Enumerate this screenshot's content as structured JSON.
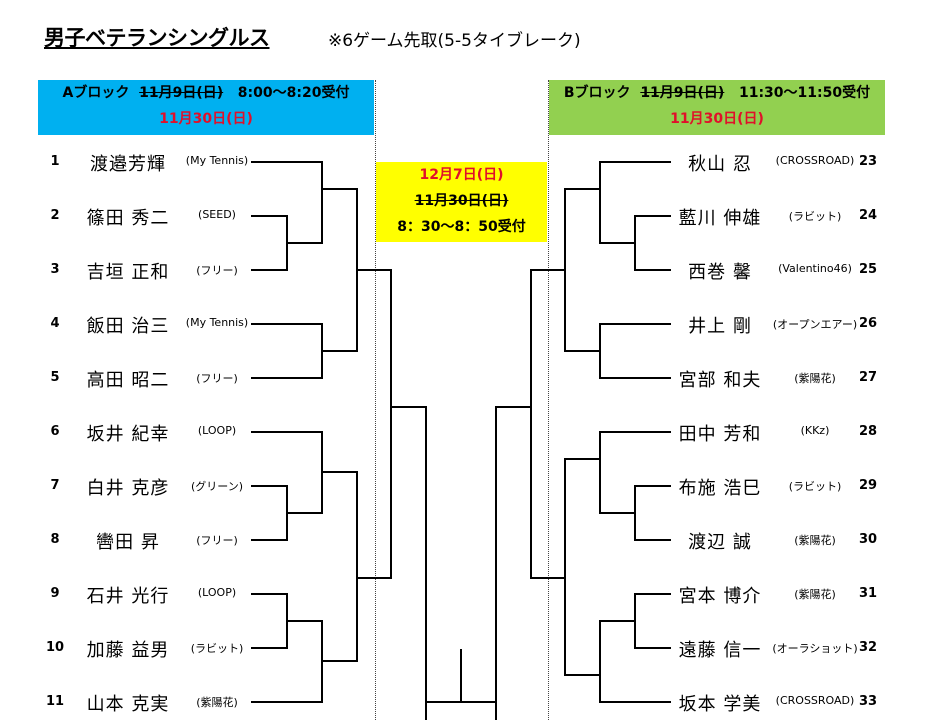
{
  "title": "男子ベテランシングルス",
  "note": "※6ゲーム先取(5-5タイブレーク)",
  "block_a": {
    "label": "Aブロック",
    "old_date": "11月9日(日)",
    "time": "8:00～8:20受付",
    "new_date": "11月30日(日)"
  },
  "block_b": {
    "label": "Bブロック",
    "old_date": "11月9日(日)",
    "time": "11:30～11:50受付",
    "new_date": "11月30日(日)"
  },
  "final": {
    "new_date": "12月7日(日)",
    "old_date": "11月30日(日)",
    "time": "8：30～8：50受付"
  },
  "left_players": [
    {
      "num": "1",
      "name": "渡邉芳輝",
      "club": "(My Tennis)"
    },
    {
      "num": "2",
      "name": "篠田 秀二",
      "club": "(SEED)"
    },
    {
      "num": "3",
      "name": "吉垣 正和",
      "club": "(フリー)"
    },
    {
      "num": "4",
      "name": "飯田 治三",
      "club": "(My Tennis)"
    },
    {
      "num": "5",
      "name": "高田 昭二",
      "club": "(フリー)"
    },
    {
      "num": "6",
      "name": "坂井 紀幸",
      "club": "(LOOP)"
    },
    {
      "num": "7",
      "name": "白井 克彦",
      "club": "(グリーン)"
    },
    {
      "num": "8",
      "name": "轡田 昇",
      "club": "(フリー)"
    },
    {
      "num": "9",
      "name": "石井 光行",
      "club": "(LOOP)"
    },
    {
      "num": "10",
      "name": "加藤 益男",
      "club": "(ラビット)"
    },
    {
      "num": "11",
      "name": "山本 克実",
      "club": "(紫陽花)"
    }
  ],
  "right_players": [
    {
      "num": "23",
      "name": "秋山 忍",
      "club": "(CROSSROAD)"
    },
    {
      "num": "24",
      "name": "藍川 伸雄",
      "club": "(ラビット)"
    },
    {
      "num": "25",
      "name": "西巻 馨",
      "club": "(Valentino46)"
    },
    {
      "num": "26",
      "name": "井上 剛",
      "club": "(オープンエアー)"
    },
    {
      "num": "27",
      "name": "宮部 和夫",
      "club": "(紫陽花)"
    },
    {
      "num": "28",
      "name": "田中 芳和",
      "club": "(KKz)"
    },
    {
      "num": "29",
      "name": "布施 浩巳",
      "club": "(ラビット)"
    },
    {
      "num": "30",
      "name": "渡辺 誠",
      "club": "(紫陽花)"
    },
    {
      "num": "31",
      "name": "宮本 博介",
      "club": "(紫陽花)"
    },
    {
      "num": "32",
      "name": "遠藤 信一",
      "club": "(オーラショット)"
    },
    {
      "num": "33",
      "name": "坂本 学美",
      "club": "(CROSSROAD)"
    }
  ],
  "colors": {
    "block_a": "#00B0F0",
    "block_b": "#92D050",
    "final": "#FFFF00",
    "date_red": "#E0102A"
  }
}
